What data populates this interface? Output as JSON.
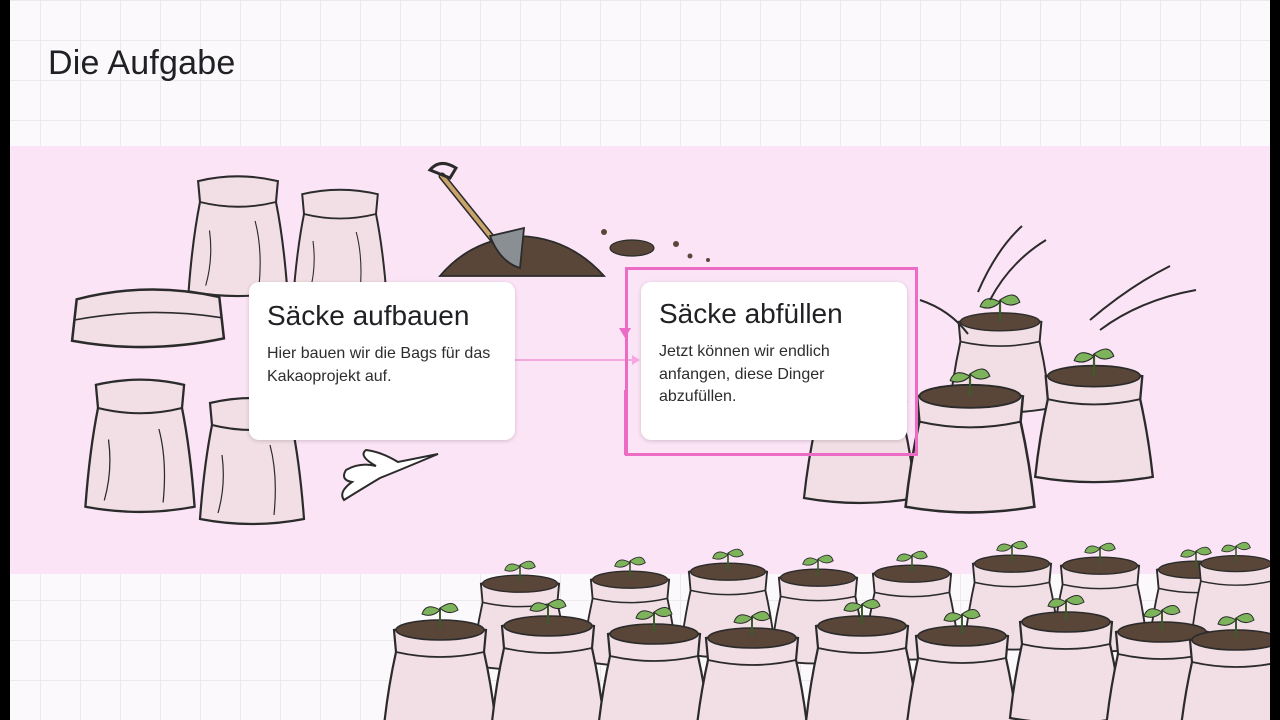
{
  "slide": {
    "title": "Die Aufgabe"
  },
  "steps": [
    {
      "title": "Säcke aufbauen",
      "description": "Hier bauen wir die Bags für das Kakaoprojekt auf."
    },
    {
      "title": "Säcke abfüllen",
      "description": "Jetzt können wir endlich anfangen, diese Dinger abzufüllen."
    }
  ],
  "colors": {
    "band": "#fce4f7",
    "highlight": "#ec6bc4",
    "bag_fill": "#f2dfe5",
    "soil": "#5a4638",
    "leaf": "#7db35a"
  }
}
